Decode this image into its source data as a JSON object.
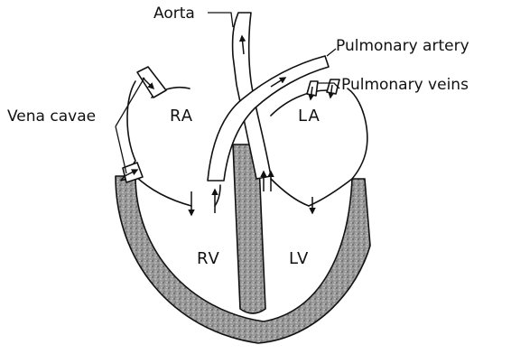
{
  "labels": {
    "aorta": "Aorta",
    "pulmonary_artery": "Pulmonary artery",
    "pulmonary_veins": "Pulmonary veins",
    "vena_cavae": "Vena cavae"
  },
  "chambers": {
    "ra": "RA",
    "la": "LA",
    "rv": "RV",
    "lv": "LV"
  },
  "colors": {
    "ink": "#111111",
    "wall_base": "#9a9a9a",
    "background": "#ffffff"
  }
}
